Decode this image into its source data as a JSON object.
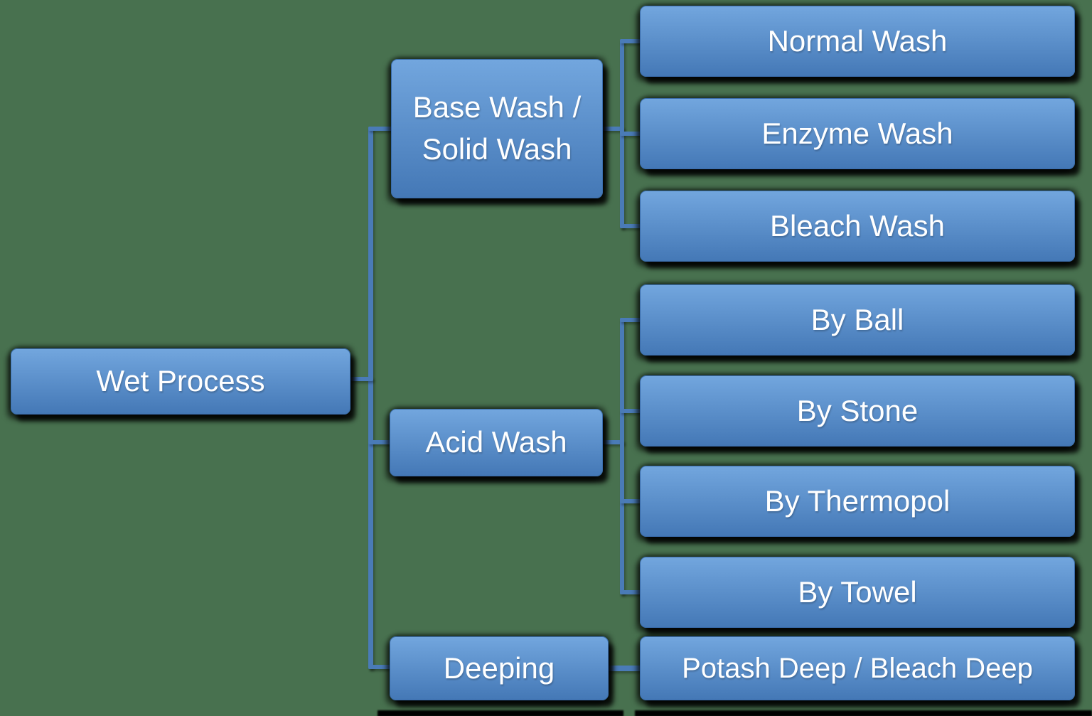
{
  "colors": {
    "background": "#48714F",
    "box_gradient_top": "#72A6DE",
    "box_gradient_bottom": "#4478B6",
    "box_border": "#3A6CAB",
    "connector": "#4A7BB7",
    "text": "#FFFFFF"
  },
  "diagram": {
    "type": "hierarchy-flowchart",
    "orientation": "left-to-right",
    "root": {
      "label": "Wet Process"
    },
    "branches": [
      {
        "label": "Base Wash / Solid Wash",
        "children": [
          "Normal Wash",
          "Enzyme Wash",
          "Bleach Wash"
        ]
      },
      {
        "label": "Acid Wash",
        "children": [
          "By Ball",
          "By Stone",
          "By Thermopol",
          "By Towel"
        ]
      },
      {
        "label": "Deeping",
        "children": [
          "Potash Deep / Bleach Deep"
        ]
      }
    ]
  }
}
